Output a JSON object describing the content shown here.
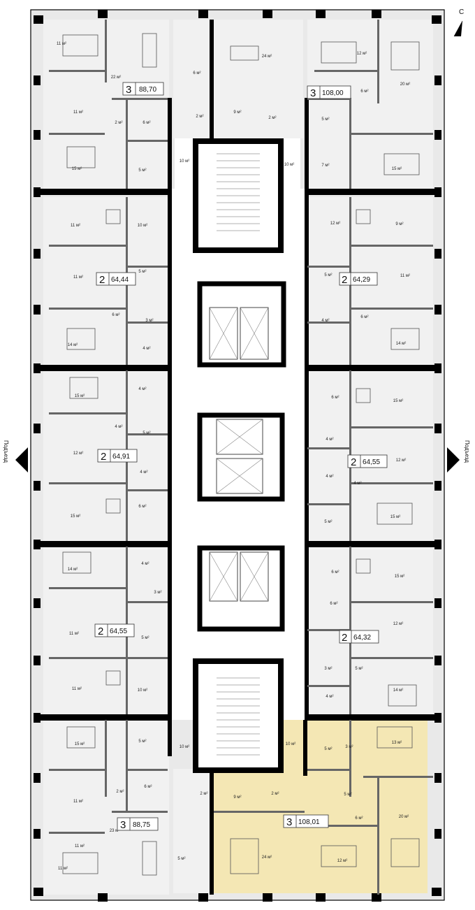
{
  "north_label": "С",
  "entrance_label_left": "Подъезд",
  "entrance_label_right": "Подъезд",
  "apartments": [
    {
      "id": "a1",
      "rooms": "3",
      "area": "88,70"
    },
    {
      "id": "a2",
      "rooms": "3",
      "area": "108,00"
    },
    {
      "id": "a3",
      "rooms": "2",
      "area": "64,44"
    },
    {
      "id": "a4",
      "rooms": "2",
      "area": "64,29"
    },
    {
      "id": "a5",
      "rooms": "2",
      "area": "64,91"
    },
    {
      "id": "a6",
      "rooms": "2",
      "area": "64,55"
    },
    {
      "id": "a7",
      "rooms": "2",
      "area": "64,55"
    },
    {
      "id": "a8",
      "rooms": "2",
      "area": "64,32"
    },
    {
      "id": "a9",
      "rooms": "3",
      "area": "88,75"
    },
    {
      "id": "a10",
      "rooms": "3",
      "area": "108,01"
    }
  ],
  "highlighted_apartment": "a10",
  "colors": {
    "highlight": "#f4e7b4",
    "wall": "#000000",
    "room_fill": "#f1f1f1",
    "core_fill": "#ffffff",
    "partition": "#666666"
  },
  "room_labels": [
    "11 м²",
    "22 м²",
    "11 м²",
    "2 м²",
    "6 м²",
    "15 м²",
    "5 м²",
    "10 м²",
    "6 м²",
    "2 м²",
    "9 м²",
    "24 м²",
    "2 м²",
    "12 м²",
    "6 м²",
    "20 м²",
    "5 м²",
    "7 м²",
    "15 м²",
    "10 м²",
    "11 м²",
    "10 м²",
    "11 м²",
    "5 м²",
    "6 м²",
    "3 м²",
    "14 м²",
    "4 м²",
    "12 м²",
    "9 м²",
    "5 м²",
    "11 м²",
    "4 м²",
    "6 м²",
    "14 м²",
    "15 м²",
    "4 м²",
    "4 м²",
    "5 м²",
    "12 м²",
    "4 м²",
    "15 м²",
    "6 м²",
    "6 м²",
    "15 м²",
    "4 м²",
    "12 м²",
    "4 м²",
    "4 м²",
    "5 м²",
    "15 м²",
    "14 м²",
    "4 м²",
    "3 м²",
    "11 м²",
    "5 м²",
    "11 м²",
    "10 м²",
    "6 м²",
    "15 м²",
    "6 м²",
    "12 м²",
    "3 м²",
    "5 м²",
    "4 м²",
    "14 м²",
    "15 м²",
    "5 м²",
    "10 м²",
    "11 м²",
    "2 м²",
    "6 м²",
    "2 м²",
    "11 м²",
    "23 м²",
    "5 м²",
    "11 м²",
    "10 м²",
    "9 м²",
    "2 м²",
    "5 м²",
    "3 м²",
    "13 м²",
    "5 м²",
    "6 м²",
    "20 м²",
    "24 м²",
    "12 м²"
  ]
}
